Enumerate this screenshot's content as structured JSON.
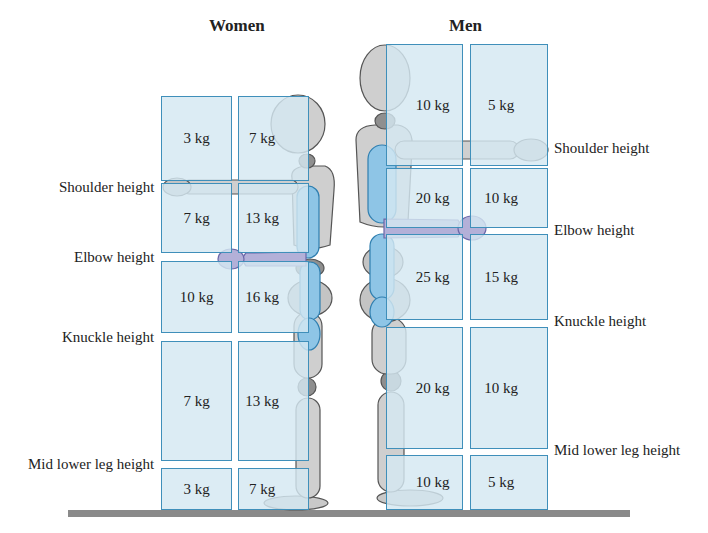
{
  "diagram": {
    "nodes": [
      {
        "text": [
          "3 kg"
        ]
      },
      {
        "text": [
          "7 kg"
        ]
      },
      {
        "text": [
          "7 kg"
        ]
      },
      {
        "text": [
          "13 kg"
        ]
      },
      {
        "text": [
          "10 kg"
        ]
      },
      {
        "text": [
          "16 kg"
        ]
      },
      {
        "text": [
          "7 kg"
        ]
      },
      {
        "text": [
          "13 kg"
        ]
      },
      {
        "text": [
          "3 kg"
        ]
      },
      {
        "text": [
          "7 kg"
        ]
      },
      {
        "text": [
          "10 kg"
        ]
      },
      {
        "text": [
          "5 kg"
        ]
      },
      {
        "text": [
          "20 kg"
        ]
      },
      {
        "text": [
          "10 kg"
        ]
      },
      {
        "text": [
          "25 kg"
        ]
      },
      {
        "text": [
          "15 kg"
        ]
      },
      {
        "text": [
          "20 kg"
        ]
      },
      {
        "text": [
          "10 kg"
        ]
      },
      {
        "text": [
          "10 kg"
        ]
      },
      {
        "text": [
          "5 kg"
        ]
      }
    ],
    "labels": [
      "Women",
      "Men",
      "Shoulder height",
      "Elbow height",
      "Knuckle height",
      "Mid lower leg height",
      "Shoulder height",
      "Elbow height",
      "Knuckle height",
      "Mid lower leg height"
    ]
  }
}
